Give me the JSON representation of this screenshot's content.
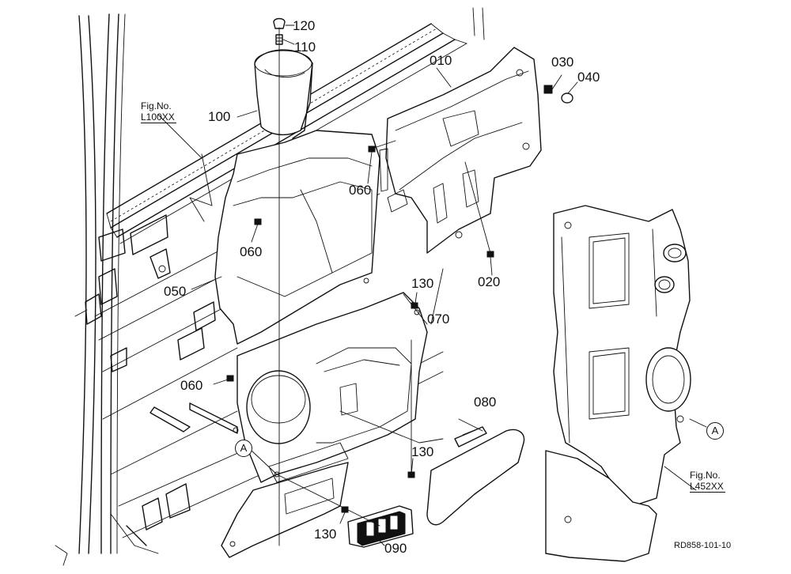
{
  "parts": [
    {
      "id": "p120",
      "label": "120"
    },
    {
      "id": "p110",
      "label": "110"
    },
    {
      "id": "p100",
      "label": "100"
    },
    {
      "id": "p010",
      "label": "010"
    },
    {
      "id": "p030",
      "label": "030"
    },
    {
      "id": "p040",
      "label": "040"
    },
    {
      "id": "p060a",
      "label": "060"
    },
    {
      "id": "p060b",
      "label": "060"
    },
    {
      "id": "p060c",
      "label": "060"
    },
    {
      "id": "p020",
      "label": "020"
    },
    {
      "id": "p050",
      "label": "050"
    },
    {
      "id": "p130a",
      "label": "130"
    },
    {
      "id": "p130b",
      "label": "130"
    },
    {
      "id": "p130c",
      "label": "130"
    },
    {
      "id": "p070",
      "label": "070"
    },
    {
      "id": "p080",
      "label": "080"
    },
    {
      "id": "p090",
      "label": "090"
    }
  ],
  "figure_refs": {
    "left": {
      "line1": "Fig.No.",
      "line2": "L100XX"
    },
    "right": {
      "line1": "Fig.No.",
      "line2": "L452XX"
    }
  },
  "callouts": {
    "left": "A",
    "right": "A"
  },
  "drawing_code": "RD858-101-10"
}
